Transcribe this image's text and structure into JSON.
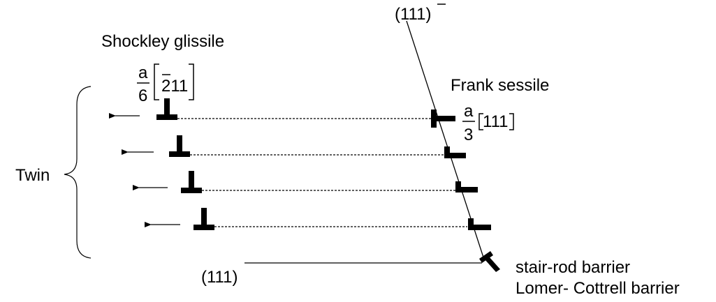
{
  "labels": {
    "plane_top": {
      "pre": "(11",
      "bar_digit": "1",
      "post": ")"
    },
    "plane_bottom": "(111)",
    "shockley": "Shockley glissile",
    "shockley_burgers": {
      "num": "a",
      "den": "6",
      "bar_digit": "2",
      "rest": "11"
    },
    "frank": "Frank sessile",
    "frank_burgers": {
      "num": "a",
      "den": "3",
      "indices": "111"
    },
    "twin": "Twin",
    "stair_rod": "stair-rod barrier",
    "lomer": "Lomer- Cottrell barrier"
  },
  "diagram": {
    "shockley_partial_count": 4,
    "frank_partial_count": 4,
    "stair_rod_count": 1
  }
}
